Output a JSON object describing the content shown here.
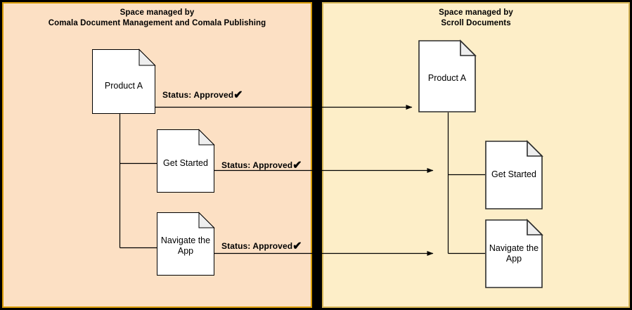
{
  "diagram": {
    "title": "Space managed by Comala Document Management and Comala Publishing / Scroll Documents",
    "colors": {
      "left_panel_fill": "#fce0c4",
      "left_panel_border": "#d79b00",
      "right_panel_fill": "#fdeec8",
      "right_panel_border": "#d6b656",
      "divider": "#000000",
      "doc_fill": "#ffffff",
      "doc_border": "#000000",
      "doc_fold_fill": "#eeeeee",
      "connector": "#000000"
    },
    "panels": [
      {
        "id": "left",
        "title_line1": "Space managed by",
        "title_line2": "Comala Document Management and Comala Publishing",
        "documents": [
          {
            "id": "left-product-a",
            "label_line1": "Product A",
            "label_line2": ""
          },
          {
            "id": "left-get-started",
            "label_line1": "Get Started",
            "label_line2": ""
          },
          {
            "id": "left-navigate-the-app",
            "label_line1": "Navigate the",
            "label_line2": "App"
          }
        ]
      },
      {
        "id": "right",
        "title_line1": "Space managed by",
        "title_line2": "Scroll Documents",
        "documents": [
          {
            "id": "right-product-a",
            "label_line1": "Product A",
            "label_line2": ""
          },
          {
            "id": "right-get-started",
            "label_line1": "Get Started",
            "label_line2": ""
          },
          {
            "id": "right-navigate-the-app",
            "label_line1": "Navigate the",
            "label_line2": "App"
          }
        ]
      }
    ],
    "status_labels": [
      {
        "id": "status-product-a",
        "text": "Status: Approved",
        "check": "✔"
      },
      {
        "id": "status-get-started",
        "text": "Status: Approved",
        "check": "✔"
      },
      {
        "id": "status-navigate-the-app",
        "text": "Status: Approved",
        "check": "✔"
      }
    ]
  }
}
